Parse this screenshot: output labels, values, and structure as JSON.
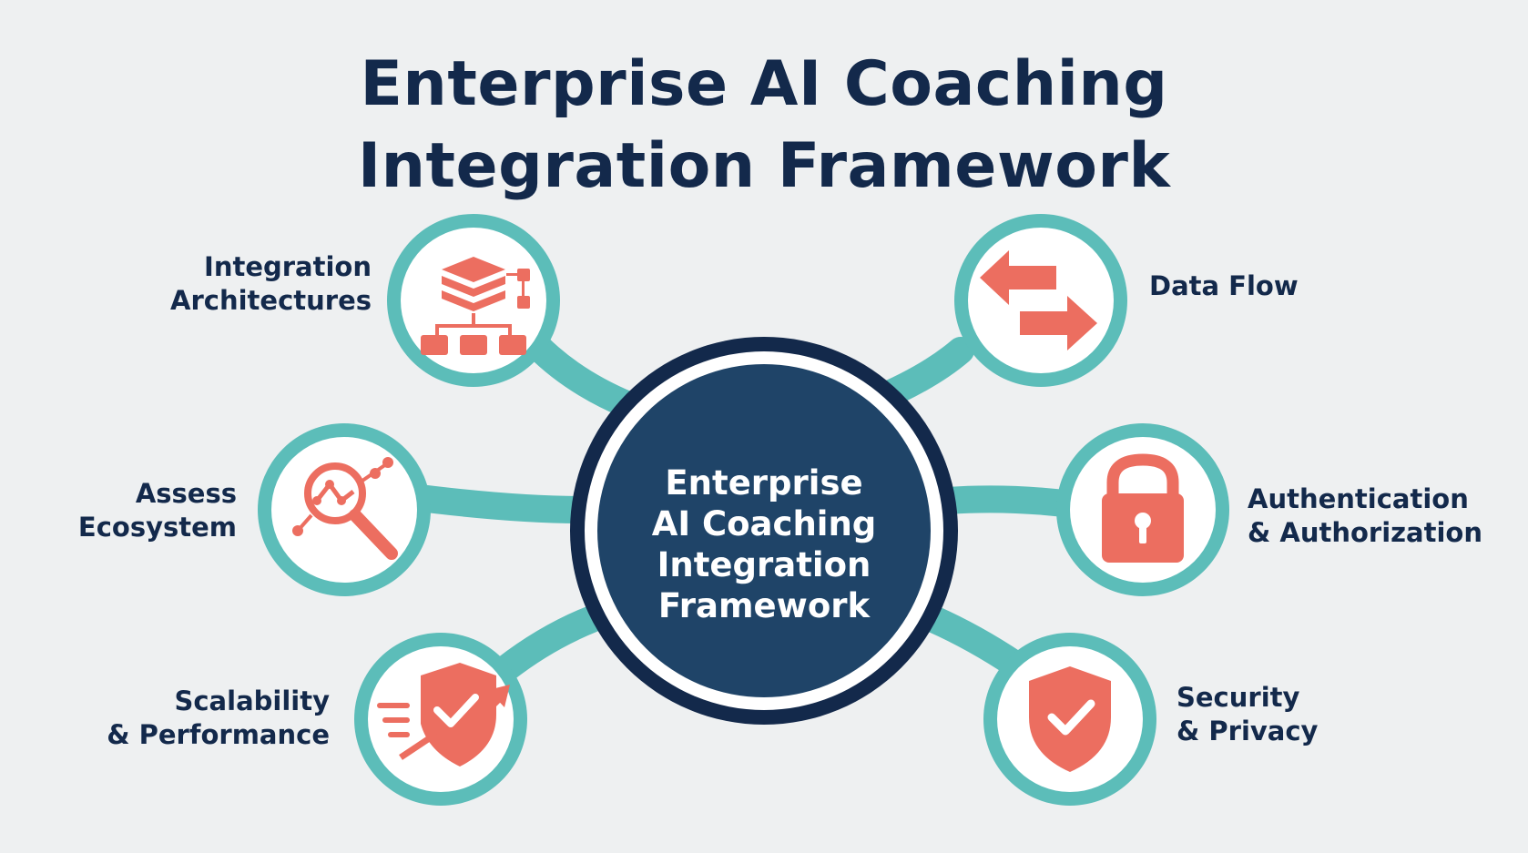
{
  "title": {
    "line1": "Enterprise AI Coaching",
    "line2": "Integration Framework"
  },
  "hub": {
    "line1": "Enterprise",
    "line2": "AI Coaching",
    "line3": "Integration",
    "line4": "Framework"
  },
  "nodes": {
    "integration_architectures": {
      "line1": "Integration",
      "line2": "Architectures",
      "icon": "layered-architecture-icon"
    },
    "assess_ecosystem": {
      "line1": "Assess",
      "line2": "Ecosystem",
      "icon": "magnifier-network-icon"
    },
    "scalability_performance": {
      "line1": "Scalability",
      "line2": "& Performance",
      "icon": "shield-growth-icon"
    },
    "data_flow": {
      "line1": "Data Flow",
      "icon": "exchange-arrows-icon"
    },
    "authentication_authorization": {
      "line1": "Authentication",
      "line2": "& Authorization",
      "icon": "padlock-icon"
    },
    "security_privacy": {
      "line1": "Security",
      "line2": "& Privacy",
      "icon": "shield-check-icon"
    }
  },
  "colors": {
    "navy": "#13294b",
    "hub_fill": "#1f4468",
    "teal": "#5cbdb9",
    "coral": "#ec6e60",
    "background": "#eef0f1"
  }
}
